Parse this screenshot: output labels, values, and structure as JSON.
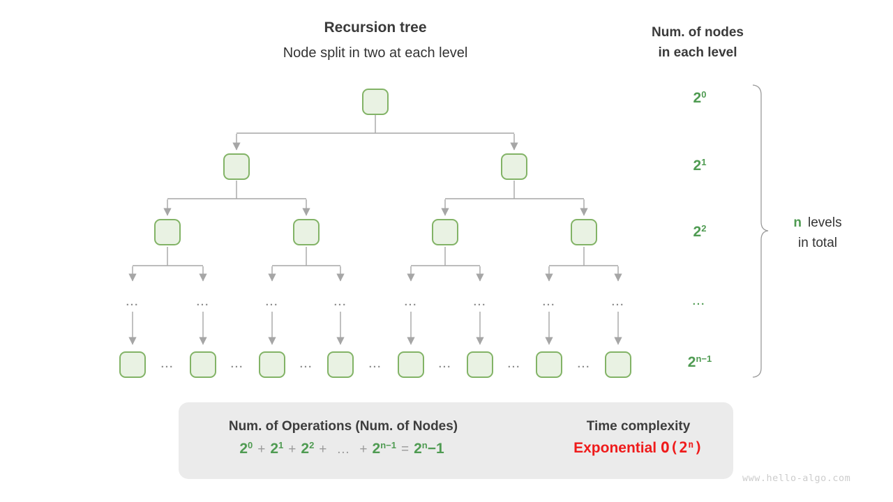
{
  "header": {
    "title": "Recursion tree",
    "subtitle": "Node split in two at each level"
  },
  "right_header": {
    "line1": "Num. of nodes",
    "line2": "in each level"
  },
  "tree": {
    "ellipsis": "..."
  },
  "levels": {
    "l0": {
      "base": "2",
      "exp": "0"
    },
    "l1": {
      "base": "2",
      "exp": "1"
    },
    "l2": {
      "base": "2",
      "exp": "2"
    },
    "l3": {
      "dots": "..."
    },
    "l4": {
      "base": "2",
      "exp": "n−1"
    }
  },
  "brace_label": {
    "n": "n",
    "rest": "levels",
    "line2": "in total"
  },
  "box": {
    "operations_title": "Num. of Operations (Num. of Nodes)",
    "formula": {
      "term1": {
        "base": "2",
        "exp": "0"
      },
      "op1": "+",
      "term2": {
        "base": "2",
        "exp": "1"
      },
      "op2": "+",
      "term3": {
        "base": "2",
        "exp": "2"
      },
      "op3": "+",
      "ellipsis": "…",
      "op4": "+",
      "term4": {
        "base": "2",
        "exp": "n−1"
      },
      "equals": "=",
      "result": {
        "base": "2",
        "exp": "n",
        "tail": "−1"
      }
    },
    "time_title": "Time complexity",
    "complexity_name": "Exponential",
    "complexity": {
      "base": "O(2",
      "exp": "n",
      "tail": ")"
    }
  },
  "watermark": "www.hello-algo.com",
  "colors": {
    "green": "#4f9b52",
    "red": "#ef1b1b",
    "node_border": "#82b366",
    "node_fill": "#e9f2e3",
    "connector": "#a6a6a6",
    "box_bg": "#ebebeb"
  }
}
